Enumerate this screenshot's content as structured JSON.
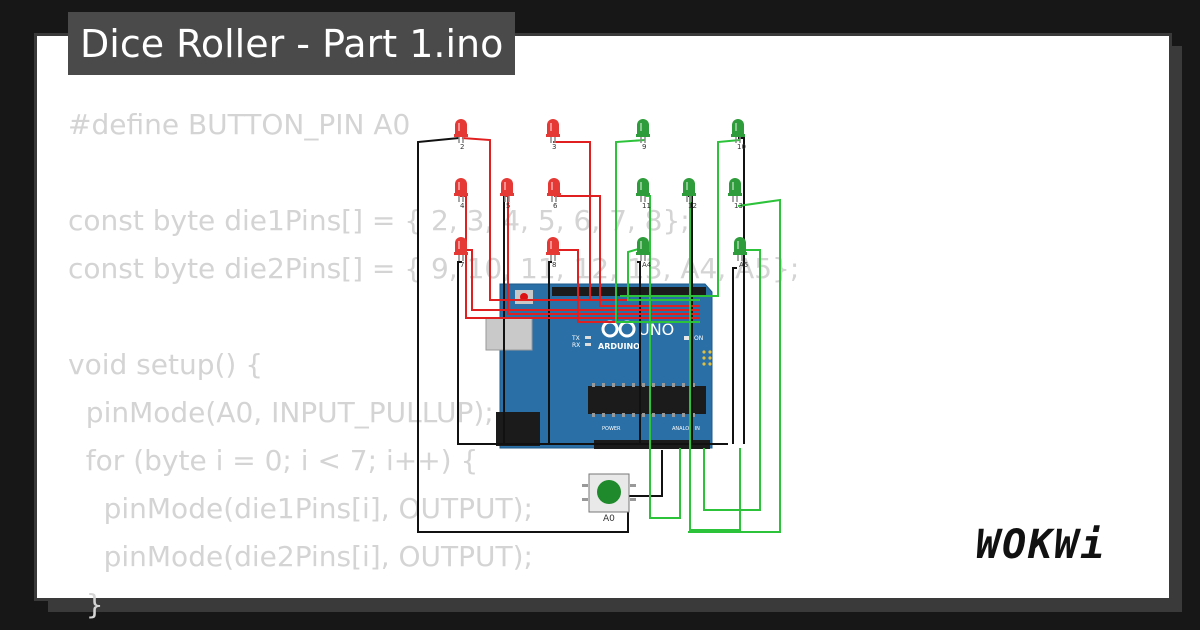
{
  "header": {
    "title": "Dice Roller - Part 1.ino"
  },
  "code": {
    "lines": [
      "#define BUTTON_PIN A0",
      "",
      "const byte die1Pins[] = { 2, 3, 4, 5, 6, 7, 8};",
      "const byte die2Pins[] = { 9, 10, 11, 12, 13, A4, A5};",
      "",
      "void setup() {",
      "  pinMode(A0, INPUT_PULLUP);",
      "  for (byte i = 0; i < 7; i++) {",
      "    pinMode(die1Pins[i], OUTPUT);",
      "    pinMode(die2Pins[i], OUTPUT);",
      "  }"
    ]
  },
  "board": {
    "brand": "ARDUINO",
    "model": "UNO",
    "on_label": "ON",
    "tx_label": "TX",
    "rx_label": "RX",
    "power_label": "POWER",
    "analog_label": "ANALOG IN"
  },
  "button": {
    "label": "A0",
    "color": "#1e8a2b"
  },
  "leds": {
    "red_labels": [
      "2",
      "3",
      "4",
      "5",
      "6",
      "7",
      "8"
    ],
    "green_labels": [
      "9",
      "10",
      "11",
      "12",
      "13",
      "A4",
      "A5"
    ],
    "red_color": "#e53935",
    "green_color": "#2e9c3a"
  },
  "brand": {
    "logo": "WOKWi"
  }
}
